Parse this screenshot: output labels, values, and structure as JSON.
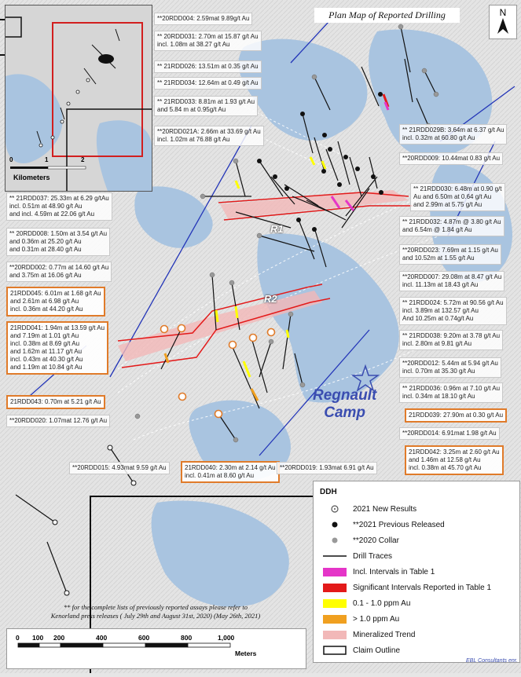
{
  "title": "Plan Map of Reported Drilling",
  "north_label": "N",
  "camp_label": [
    "Regnault",
    "Camp"
  ],
  "trend_labels": {
    "r1": "R1",
    "r2": "R2"
  },
  "inset": {
    "scale_ticks": [
      "0",
      "1",
      "2"
    ],
    "scale_unit": "Kilometers"
  },
  "left_labels": [
    {
      "lines": [
        "**20RDD004: 2.59mat 9.89g/t Au"
      ],
      "hl": false
    },
    {
      "lines": [
        "** 20RDD031: 2.70m at 15.87 g/t Au",
        "incl. 1.08m at 38.27 g/t Au"
      ],
      "hl": false
    },
    {
      "lines": [
        "** 21RDD026: 13.51m at 0.35 g/t Au"
      ],
      "hl": false
    },
    {
      "lines": [
        "** 21RDD034: 12.64m at 0.49 g/t Au"
      ],
      "hl": false
    },
    {
      "lines": [
        "** 21RDD033: 8.81m at 1.93 g/t Au",
        "and 5.84 m at 0.95g/t Au"
      ],
      "hl": false
    },
    {
      "lines": [
        "**20RDD021A: 2.66m at 33.69 g/t Au",
        "incl. 1.02m at 76.88 g/t Au"
      ],
      "hl": false
    },
    {
      "lines": [
        "** 21RDD037: 25.33m at 6.29 g/tAu",
        "incl. 0.51m at 48.90 g/t Au",
        "and incl. 4.59m at 22.06 g/t Au"
      ],
      "hl": false
    },
    {
      "lines": [
        "** 20RDD008: 1.50m at 3.54 g/t Au",
        "and 0.36m at 25.20 g/t Au",
        "and 0.31m at 28.40 g/t Au"
      ],
      "hl": false
    },
    {
      "lines": [
        "**20RDD002: 0.77m at 14.60 g/t Au",
        "and 3.75m at 16.06 g/t Au"
      ],
      "hl": false
    },
    {
      "lines": [
        "21RDD045: 6.01m at 1.68 g/t Au",
        "and 2.61m at 6.98 g/t Au",
        "incl. 0.36m at 44.20 g/t Au"
      ],
      "hl": true
    },
    {
      "lines": [
        "21RDD041: 1.94m at 13.59 g/t Au",
        "and 7.19m at 1.01 g/t Au",
        "incl. 0.38m at 8.69 g/t Au",
        "and 1.62m at 11.17 g/t Au",
        "incl. 0.43m at 40.30 g/t Au",
        "and 1.19m at 10.84 g/t Au"
      ],
      "hl": true
    },
    {
      "lines": [
        "21RDD043: 0.70m at 5.21 g/t Au"
      ],
      "hl": true
    },
    {
      "lines": [
        "**20RDD020: 1.07mat 12.76 g/t Au"
      ],
      "hl": false
    },
    {
      "lines": [
        "**20RDD015: 4.93mat 9.59 g/t Au"
      ],
      "hl": false
    },
    {
      "lines": [
        "21RDD040: 2.30m at 2.14 g/t Au",
        "incl. 0.41m at 8.60 g/t Au"
      ],
      "hl": true
    },
    {
      "lines": [
        "**20RDD019: 1.93mat 6.91 g/t Au"
      ],
      "hl": false
    }
  ],
  "right_labels": [
    {
      "lines": [
        "** 21RDD029B: 3.64m at 6.37 g/t Au",
        "incl. 0.32m at 60.80 g/t Au"
      ],
      "hl": false
    },
    {
      "lines": [
        "**20RDD009: 10.44mat 0.83 g/t Au"
      ],
      "hl": false
    },
    {
      "lines": [
        "** 21RDD030: 6.48m at 0.90 g/t",
        "Au and 6.50m at 0.64 g/t Au",
        "and 2.99m at 5.75 g/t Au"
      ],
      "hl": false
    },
    {
      "lines": [
        "** 21RDD032: 4.87m @ 3.80 g/t Au",
        "and 6.54m @ 1.84 g/t Au"
      ],
      "hl": false
    },
    {
      "lines": [
        "**20RDD023: 7.69m at 1.15 g/t Au",
        "and 10.52m at 1.55 g/t Au"
      ],
      "hl": false
    },
    {
      "lines": [
        "**20RDD007: 29.08m at 8.47 g/t Au",
        "incl. 11.13m at 18.43 g/t Au"
      ],
      "hl": false
    },
    {
      "lines": [
        "** 21RDD024: 5.72m at 90.56 g/t Au",
        "incl. 3.89m at 132.57 g/t Au",
        "And 10.25m at 0.74g/t Au"
      ],
      "hl": false
    },
    {
      "lines": [
        "** 21RDD038: 9.20m at 3.78 g/t Au",
        "incl. 2.80m at 9.81 g/t Au"
      ],
      "hl": false
    },
    {
      "lines": [
        "**20RDD012: 5.44m at 5.94 g/t Au",
        "incl. 0.70m at 35.30 g/t Au"
      ],
      "hl": false
    },
    {
      "lines": [
        "** 21RDD036: 0.96m at 7.10 g/t Au",
        "incl. 0.34m at 18.10 g/t Au"
      ],
      "hl": false
    },
    {
      "lines": [
        "21RDD039: 27.90m at 0.30 g/t Au"
      ],
      "hl": true
    },
    {
      "lines": [
        "**20RDD014: 6.91mat 1.98 g/t Au"
      ],
      "hl": false
    },
    {
      "lines": [
        "21RDD042: 3.25m at 2.60 g/t Au",
        "and 1.46m at 12.58 g/t Au",
        "incl. 0.38m at 45.70 g/t Au"
      ],
      "hl": true
    }
  ],
  "legend": {
    "title": "DDH",
    "items": [
      {
        "label": "2021 New Results",
        "kind": "ring"
      },
      {
        "label": "**2021 Previous Released",
        "kind": "dot-black"
      },
      {
        "label": "**2020 Collar",
        "kind": "dot-grey"
      },
      {
        "label": "Drill Traces",
        "kind": "line"
      },
      {
        "label": "Incl. Intervals in Table 1",
        "kind": "swatch",
        "color": "#e535c8"
      },
      {
        "label": "Significant Intervals Reported in Table 1",
        "kind": "swatch",
        "color": "#e31a1a"
      },
      {
        "label": "0.1 - 1.0 ppm Au",
        "kind": "swatch",
        "color": "#ffff00"
      },
      {
        "label": "> 1.0 ppm Au",
        "kind": "swatch",
        "color": "#f0a020"
      },
      {
        "label": "Mineralized Trend",
        "kind": "swatch",
        "color": "#f2b8b8"
      },
      {
        "label": "Claim Outline",
        "kind": "outline"
      }
    ]
  },
  "note": {
    "lines": [
      "** for the complete lists of previously reported assays please refer to",
      "Kenorland press releases ( July 29th and August 31st, 2020) (May 26th, 2021)"
    ]
  },
  "scale": {
    "ticks": [
      "0",
      "100",
      "200",
      "400",
      "600",
      "800",
      "1,000"
    ],
    "unit": "Meters"
  },
  "credit": "EBL Consultants enr.",
  "colors": {
    "lake": "#a9c4e0",
    "terrain": "#e3e3e3",
    "drill": "#111111",
    "trend_line": "#e31a1a",
    "fault": "#2436b8",
    "new_collar": "#e07b2a",
    "claim_red": "#d21f1f"
  }
}
